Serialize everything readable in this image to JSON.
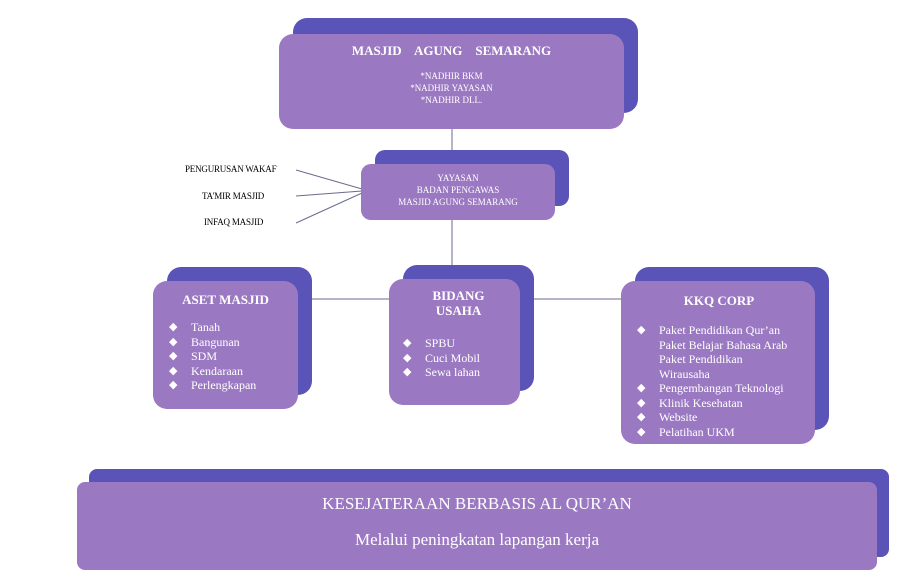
{
  "top": {
    "title": "MASJID    AGUNG    SEMARANG",
    "lines": [
      "*NADHIR BKM",
      "*NADHIR YAYASAN",
      "*NADHIR DLL."
    ]
  },
  "yayasan": {
    "lines": [
      "YAYASAN",
      "BADAN PENGAWAS",
      "MASJID AGUNG SEMARANG"
    ]
  },
  "side_labels": [
    "PENGURUSAN WAKAF",
    "TA'MIR MASJID",
    "INFAQ MASJID"
  ],
  "aset": {
    "title": "ASET MASJID",
    "items": [
      "Tanah",
      "Bangunan",
      "SDM",
      "Kendaraan",
      "Perlengkapan"
    ]
  },
  "bidang": {
    "title": "BIDANG USAHA",
    "items": [
      "SPBU",
      "Cuci Mobil",
      "Sewa lahan"
    ]
  },
  "kkq": {
    "title": "KKQ CORP",
    "items": [
      "Paket Pendidikan Qur’an",
      "Paket Belajar Bahasa Arab",
      "Paket Pendidikan",
      "Wirausaha",
      "Pengembangan Teknologi",
      "Klinik Kesehatan",
      "Website",
      "Pelatihan UKM"
    ]
  },
  "bottom": {
    "title": "KESEJATERAAN BERBASIS AL QUR’AN",
    "subtitle": "Melalui peningkatan lapangan kerja"
  },
  "bullet": "◆",
  "colors": {
    "face": "#9b78c2",
    "side": "#5b54b8",
    "line": "#6b6b8f"
  }
}
